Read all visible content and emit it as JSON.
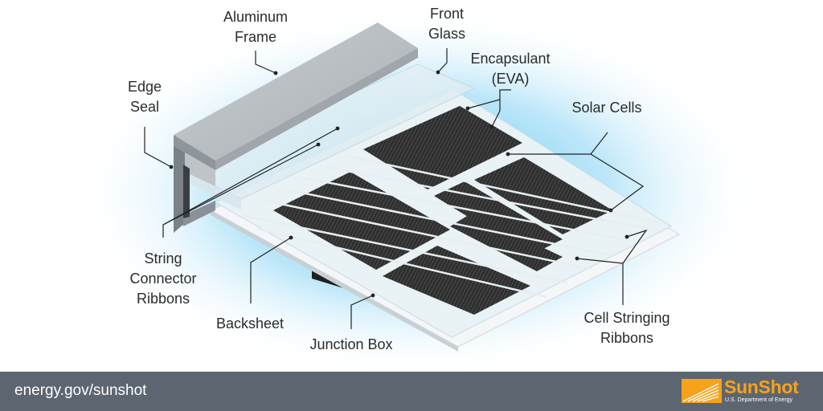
{
  "labels": {
    "aluminum_frame": [
      "Aluminum",
      "Frame"
    ],
    "front_glass": [
      "Front",
      "Glass"
    ],
    "encapsulant": [
      "Encapsulant",
      "(EVA)"
    ],
    "edge_seal": [
      "Edge",
      "Seal"
    ],
    "solar_cells": [
      "Solar Cells"
    ],
    "string_connector_ribbons": [
      "String",
      "Connector",
      "Ribbons"
    ],
    "backsheet": [
      "Backsheet"
    ],
    "junction_box": [
      "Junction Box"
    ],
    "cell_stringing_ribbons": [
      "Cell Stringing",
      "Ribbons"
    ]
  },
  "footer": {
    "url": "energy.gov/sunshot",
    "logo_name": "SunShot",
    "logo_subtitle": "U.S. Department of Energy"
  },
  "colors": {
    "footer_bg": "#5c6670",
    "logo_accent": "#f7a21b",
    "cell_dark": "#2e2e2e",
    "frame_gray": "#b9bec3",
    "glow_blue": "#5cc6f0"
  }
}
